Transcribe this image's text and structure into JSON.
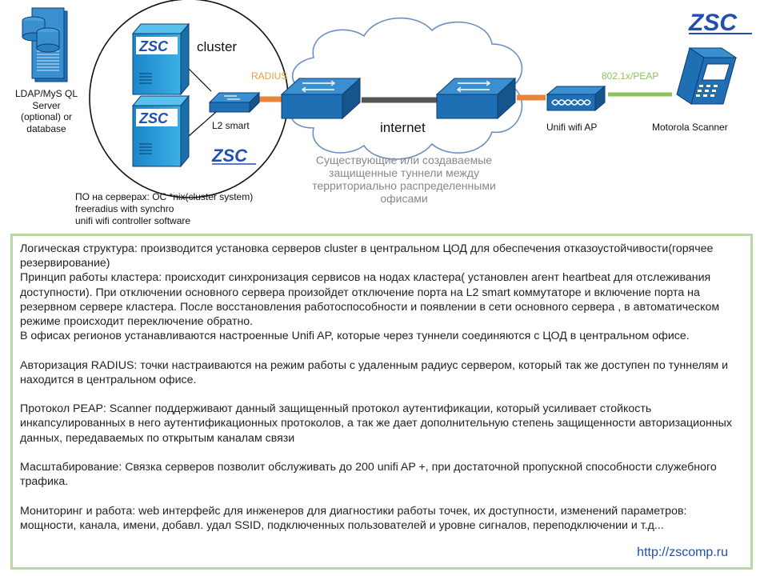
{
  "colors": {
    "device_blue": "#1f6fb4",
    "device_light": "#3aa0d8",
    "radius_link": "#e8853a",
    "peap_link": "#8fc060",
    "internet_link": "#555555",
    "box_border": "#b8d8a8",
    "link_text": "#1f4fb0"
  },
  "diagram": {
    "db_label": "LDAP/MyS QL Server (optional) or database",
    "cluster_label": "cluster",
    "switch_label": "L2 smart",
    "radius_label": "RADIUS",
    "internet_label": "internet",
    "tunnel_label": "Существующие или создаваемые защищенные туннели между территориально распределенными офисами",
    "ap_label": "Unifi wifi AP",
    "peap_label": "802.1x/PEAP",
    "scanner_label": "Motorola Scanner",
    "logo_text": "ZSC"
  },
  "software": {
    "line1": "ПО на серверах:  ОС *nix(cluster system)",
    "line2": "freeradius with synchro",
    "line3": "unifi wifi controller software"
  },
  "text_box": {
    "p1": "Логическая структура: производится установка серверов cluster в центральном ЦОД для обеспечения отказоустойчивости(горячее резервирование)",
    "p2": "Принцип работы кластера: происходит синхронизация сервисов на нодах кластера( установлен агент heartbeat для отслеживания доступности). При отключении основного сервера произойдет отключение порта на L2 smart коммутаторе и включение порта на резервном сервере кластера. После восстановления работоспособности и появлении в сети основного сервера , в автоматическом режиме происходит переключение обратно.",
    "p3": "В офисах регионов устанавливаются настроенные Unifi AP, которые через туннели соединяются с ЦОД в центральном офисе.",
    "p4": "Авторизация RADIUS: точки настраиваются на режим работы с удаленным радиус сервером, который так же доступен по туннелям и находится в центральном офисе.",
    "p5": "Протокол PEAP: Scanner поддерживают данный защищенный протокол аутентификации, который усиливает стойкость инкапсулированных в него аутентификационных протоколов, а так же дает дополнительную степень защищенности авторизационных данных, передаваемых по открытым каналам связи",
    "p6": "Масштабирование: Связка серверов позволит обслуживать до 200 unifi AP +, при достаточной пропускной способности служебного трафика.",
    "p7": "Мониторинг и работа: web интерфейс для инженеров для диагностики работы точек, их доступности, изменений параметров: мощности, канала, имени, добавл. удал SSID,   подключенных пользователей и уровне сигналов, переподключении и т.д...",
    "link": "http://zscomp.ru"
  }
}
